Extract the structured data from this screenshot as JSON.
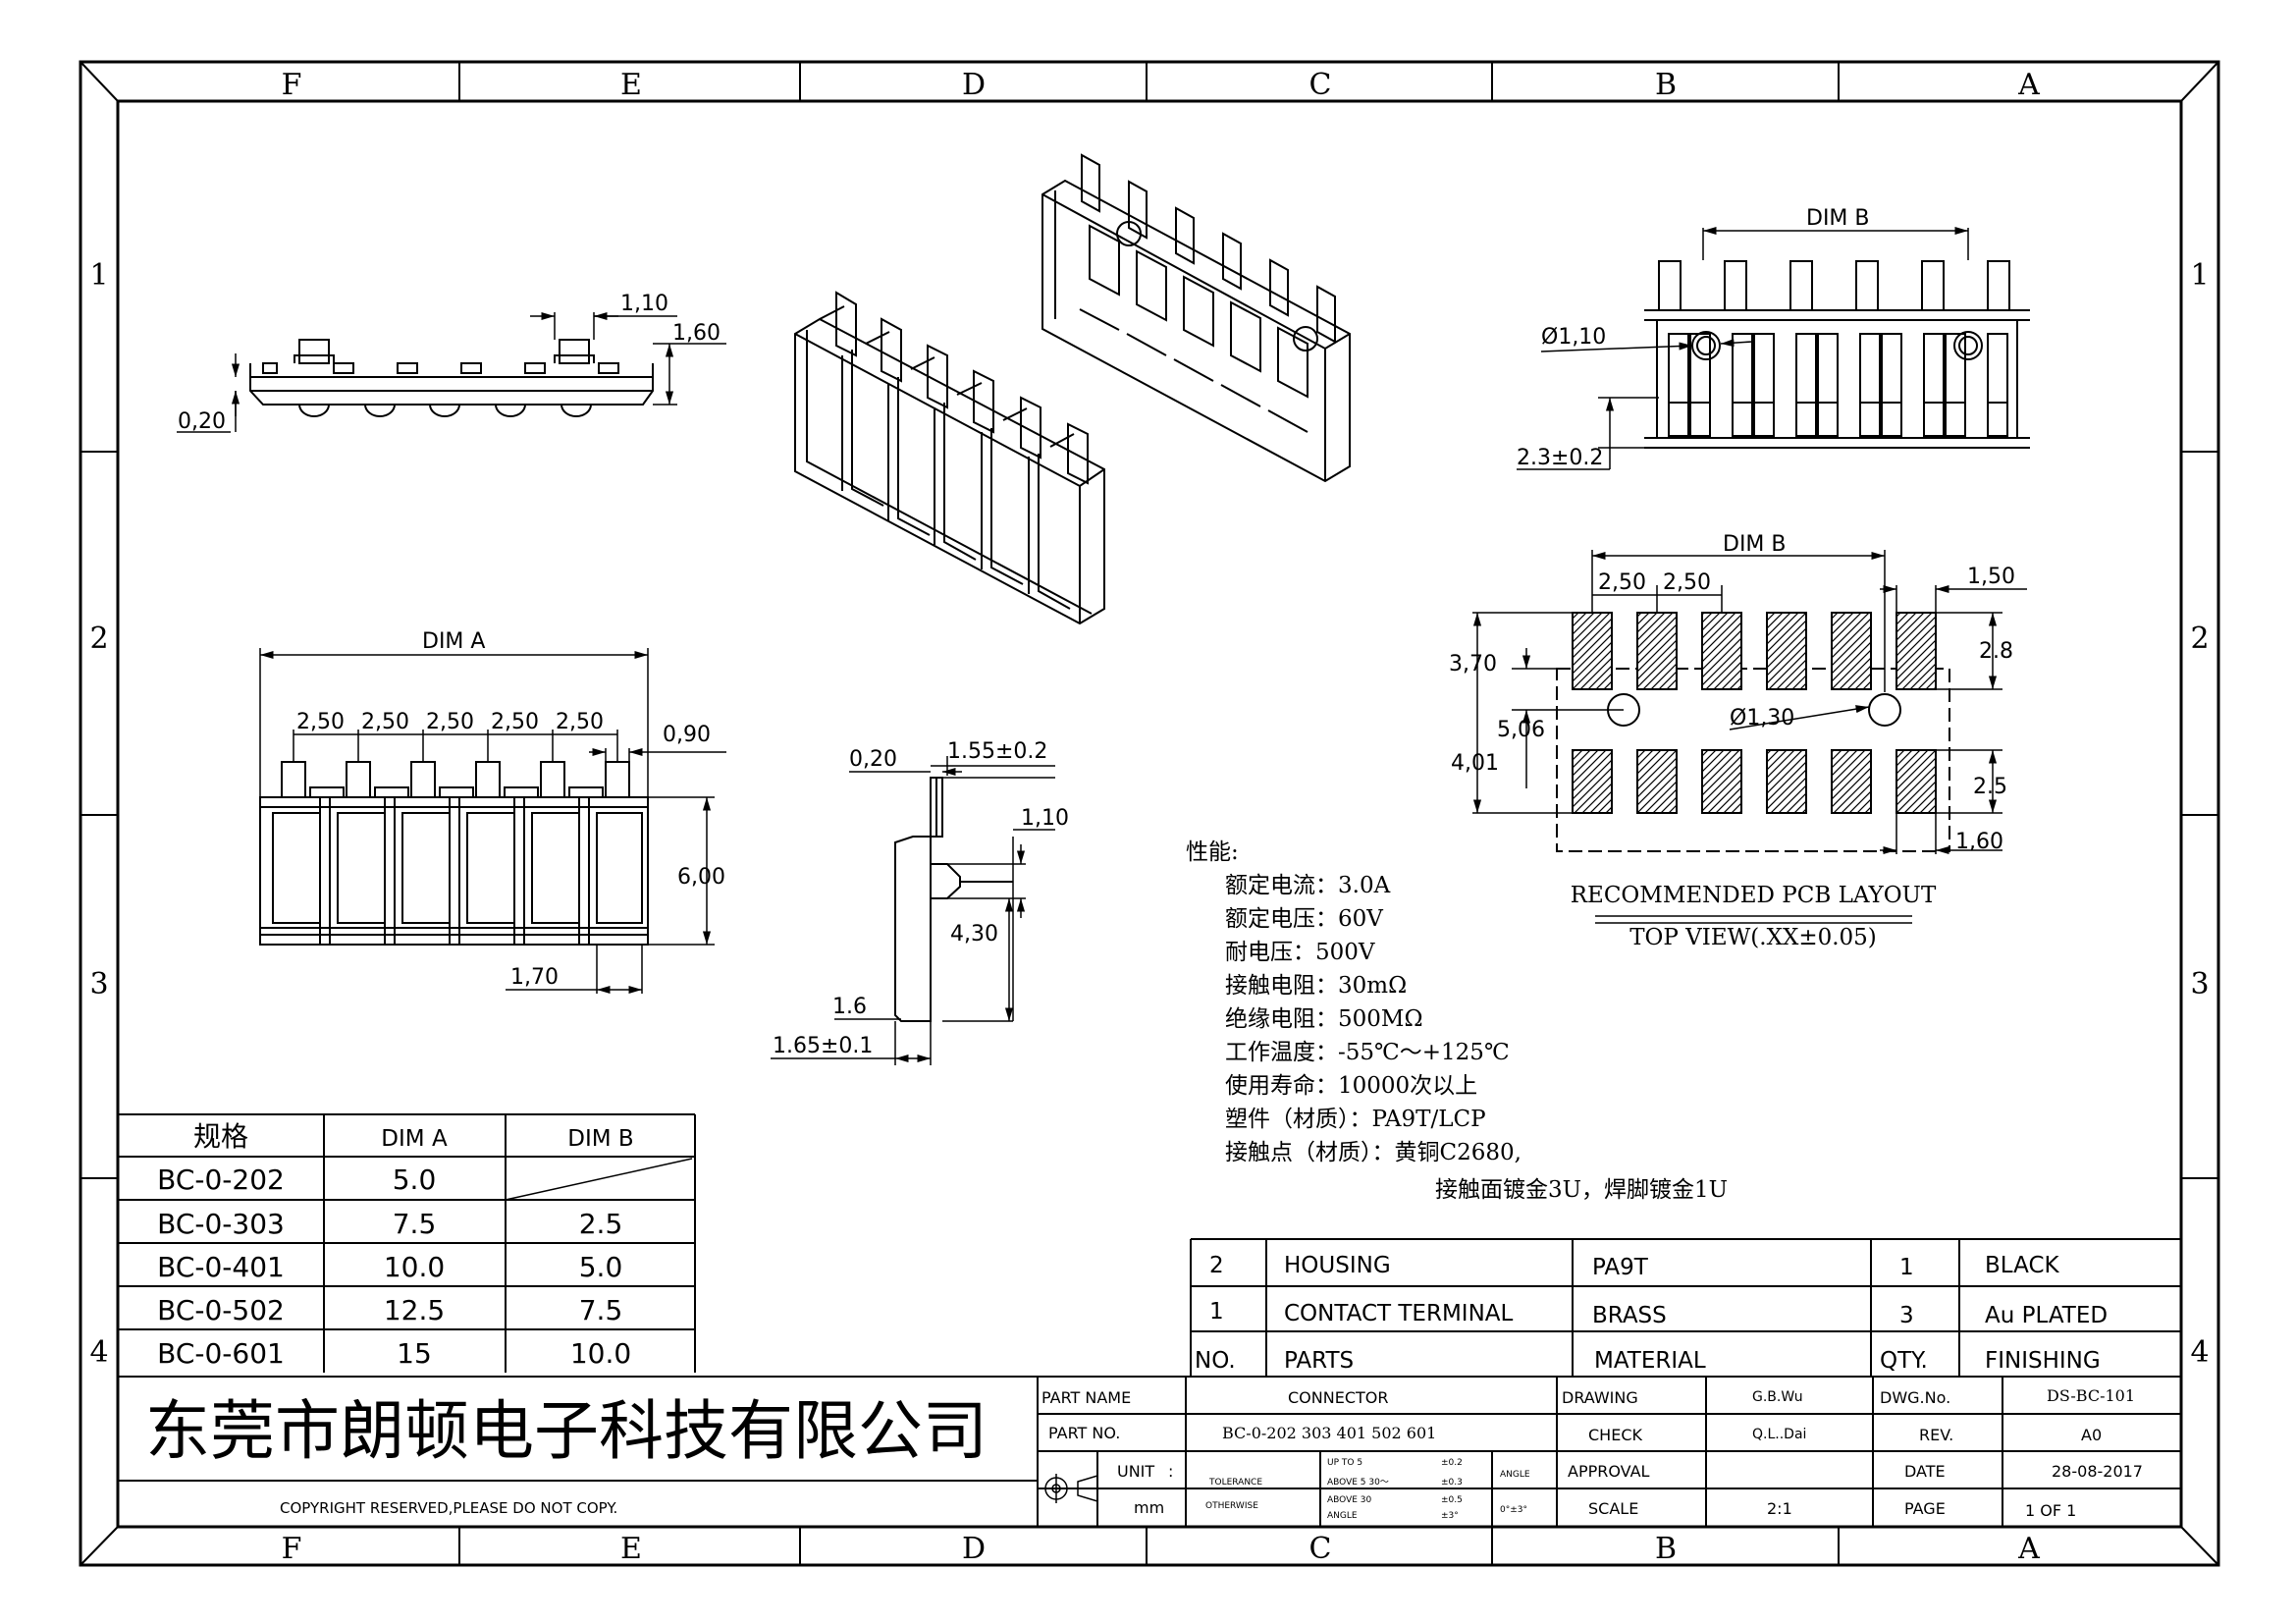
{
  "border": {
    "columns": [
      "F",
      "E",
      "D",
      "C",
      "B",
      "A"
    ],
    "rows": [
      "1",
      "2",
      "3",
      "4"
    ]
  },
  "views": {
    "side": {
      "dims": [
        "1,10",
        "1,60",
        "0,20"
      ]
    },
    "front": {
      "dim_a": "DIM A",
      "pitches": [
        "2,50",
        "2,50",
        "2,50",
        "2,50",
        "2,50"
      ],
      "dims": [
        "0,90",
        "6,00",
        "1,70"
      ]
    },
    "section": {
      "dims": [
        "0,20",
        "1.55±0.2",
        "1,10",
        "4,30",
        "1.6",
        "1.65±0.1"
      ]
    },
    "bottom": {
      "dim_b": "DIM B",
      "dims": [
        "Ø1,10",
        "2.3±0.2"
      ]
    },
    "pcb": {
      "dim_b": "DIM B",
      "dims": [
        "2,50",
        "2,50",
        "1,50",
        "3,70",
        "2.8",
        "5,06",
        "Ø1,30",
        "4,01",
        "2.5",
        "1,60"
      ],
      "title": "RECOMMENDED PCB LAYOUT",
      "subtitle": "TOP VIEW(.XX±0.05)"
    }
  },
  "specs": {
    "heading": "性能:",
    "lines": [
      "额定电流：3.0A",
      "额定电压：60V",
      "耐电压：500V",
      "接触电阻：30mΩ",
      "绝缘电阻：500MΩ",
      "工作温度：-55℃～+125℃",
      "使用寿命：10000次以上",
      "塑件（材质）：PA9T/LCP",
      "接触点（材质）：黄铜C2680,"
    ],
    "continuation": "接触面镀金3U，焊脚镀金1U"
  },
  "size_table": {
    "headers": [
      "规格",
      "DIM  A",
      "DIM  B"
    ],
    "rows": [
      [
        "BC-0-202",
        "5.0",
        ""
      ],
      [
        "BC-0-303",
        "7.5",
        "2.5"
      ],
      [
        "BC-0-401",
        "10.0",
        "5.0"
      ],
      [
        "BC-0-502",
        "12.5",
        "7.5"
      ],
      [
        "BC-0-601",
        "15",
        "10.0"
      ]
    ]
  },
  "bom": {
    "rows": [
      [
        "2",
        "HOUSING",
        "PA9T",
        "1",
        "BLACK"
      ],
      [
        "1",
        "CONTACT TERMINAL",
        "BRASS",
        "3",
        "Au PLATED"
      ]
    ],
    "header": [
      "NO.",
      "PARTS",
      "MATERIAL",
      "QTY.",
      "FINISHING"
    ]
  },
  "title_block": {
    "company": "东莞市朗顿电子科技有限公司",
    "copyright": "COPYRIGHT RESERVED,PLEASE DO NOT COPY.",
    "part_name_label": "PART NAME",
    "part_name": "CONNECTOR",
    "part_no_label": "PART NO.",
    "part_no": "BC-0-202 303 401 502 601",
    "unit_label": "UNIT",
    "unit_colon": ":",
    "unit": "mm",
    "tolerance_label": "TOLERANCE",
    "otherwise_label": "OTHERWISE",
    "tol_rows": [
      [
        "UP TO 5",
        "±0.2"
      ],
      [
        "ABOVE 5  30～",
        "±0.3"
      ],
      [
        "ABOVE 30",
        "±0.5"
      ],
      [
        "ANGLE",
        "±3°"
      ]
    ],
    "angle_label": "ANGLE",
    "angle_value": "0°±3°",
    "drawing_label": "DRAWING",
    "drawing": "G.B.Wu",
    "check_label": "CHECK",
    "check": "Q.L..Dai",
    "approval_label": "APPROVAL",
    "scale_label": "SCALE",
    "scale": "2:1",
    "dwg_no_label": "DWG.No.",
    "dwg_no": "DS-BC-101",
    "rev_label": "REV.",
    "rev": "A0",
    "date_label": "DATE",
    "date": "28-08-2017",
    "page_label": "PAGE",
    "page": "1 OF 1"
  },
  "colors": {
    "line": "#000000",
    "background": "#ffffff"
  }
}
